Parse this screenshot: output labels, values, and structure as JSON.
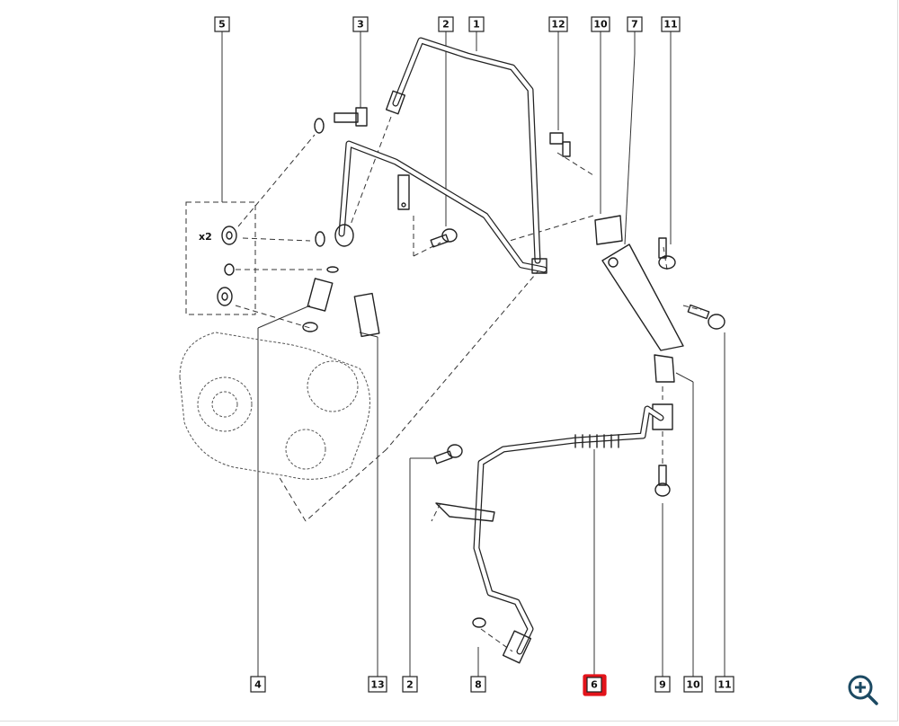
{
  "diagram": {
    "callouts_top": [
      "5",
      "3",
      "2",
      "1",
      "12",
      "10",
      "7",
      "11"
    ],
    "callouts_bottom": [
      "4",
      "13",
      "2",
      "8",
      "6",
      "9",
      "10",
      "11"
    ],
    "highlighted_callout": "6",
    "quantity_note": "x2",
    "highlight_color": "#e3141b"
  },
  "controls": {
    "zoom_icon": "zoom-in-icon"
  }
}
